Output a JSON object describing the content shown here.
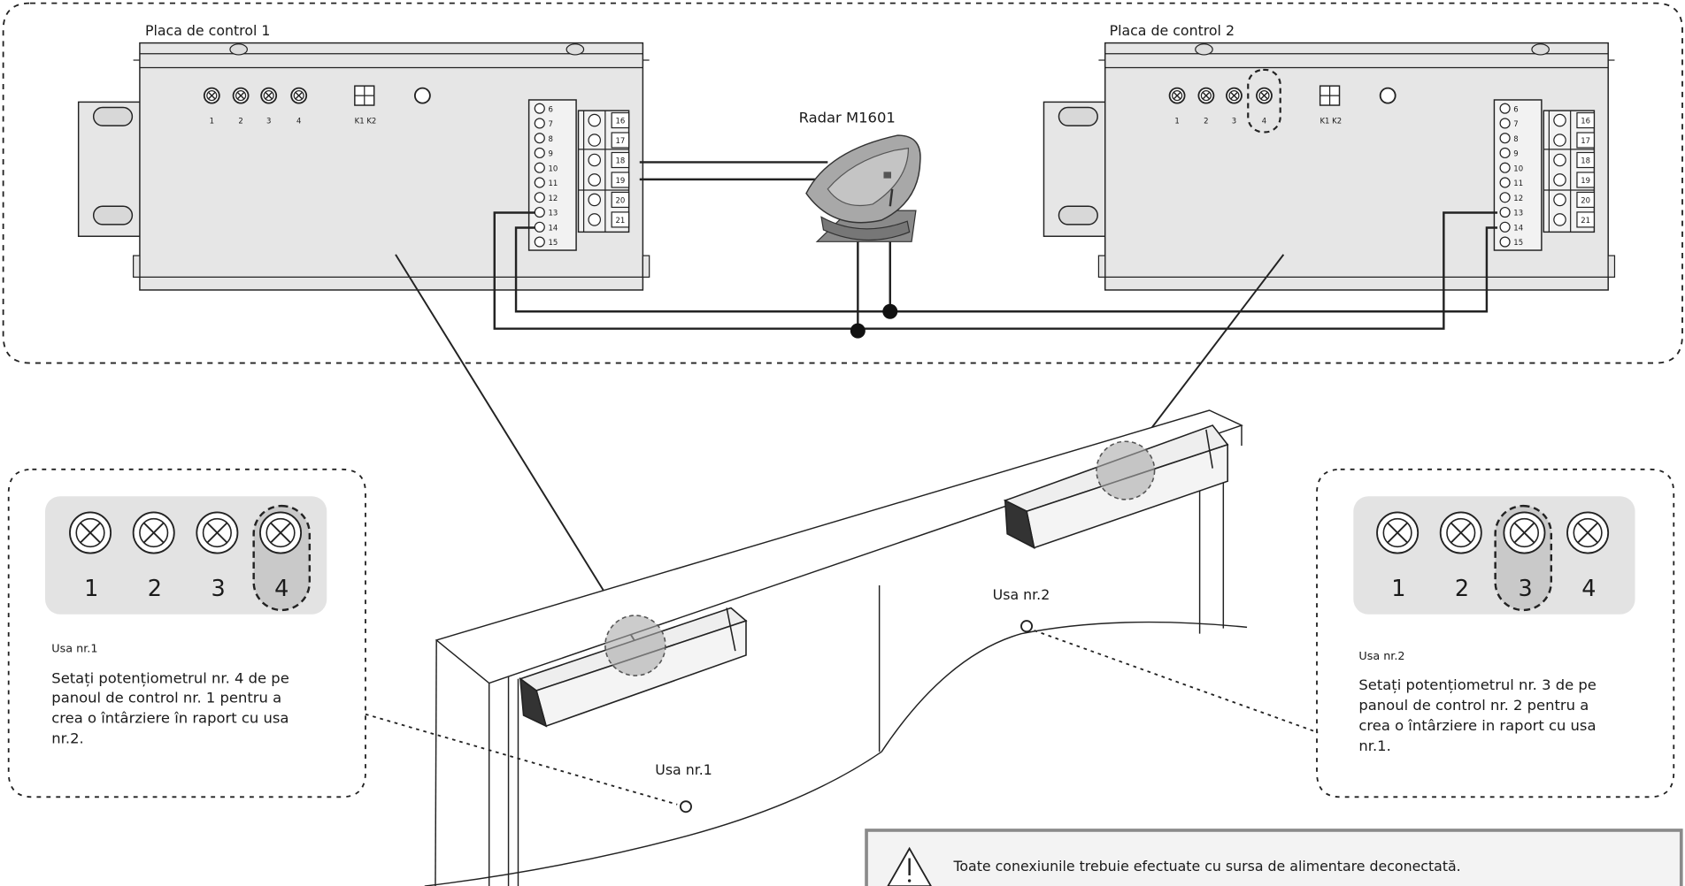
{
  "boards": [
    {
      "title": "Placa de control 1",
      "pot_labels": [
        "1",
        "2",
        "3",
        "4"
      ],
      "switch_label": "K1 K2",
      "left_terminals": [
        "6",
        "7",
        "8",
        "9",
        "10",
        "11",
        "12",
        "13",
        "14",
        "15"
      ],
      "right_terminals": [
        "16",
        "17",
        "18",
        "19",
        "20",
        "21"
      ]
    },
    {
      "title": "Placa de control 2",
      "pot_labels": [
        "1",
        "2",
        "3",
        "4"
      ],
      "switch_label": "K1 K2",
      "left_terminals": [
        "6",
        "7",
        "8",
        "9",
        "10",
        "11",
        "12",
        "13",
        "14",
        "15"
      ],
      "right_terminals": [
        "16",
        "17",
        "18",
        "19",
        "20",
        "21"
      ]
    }
  ],
  "radar": {
    "label": "Radar M1601"
  },
  "door1": {
    "label": "Usa nr.1"
  },
  "door2": {
    "label": "Usa nr.2"
  },
  "callouts": [
    {
      "pot_labels": [
        "1",
        "2",
        "3",
        "4"
      ],
      "selected_index": 3,
      "heading": "Usa nr.1",
      "text_lines": [
        "Setați potențiometrul nr. 4 de pe",
        "panoul de control nr. 1 pentru a",
        "crea o întârziere în raport cu usa",
        "nr.2."
      ]
    },
    {
      "pot_labels": [
        "1",
        "2",
        "3",
        "4"
      ],
      "selected_index": 2,
      "heading": "Usa nr.2",
      "text_lines": [
        "Setați potențiometrul nr. 3 de pe",
        "panoul de control nr. 2 pentru a",
        "crea o întârziere in raport cu usa",
        "nr.1."
      ]
    }
  ],
  "warning": {
    "line1": "Toate conexiunile trebuie efectuate cu sursa de alimentare deconectată.",
    "icon": "warning-triangle-icon"
  }
}
